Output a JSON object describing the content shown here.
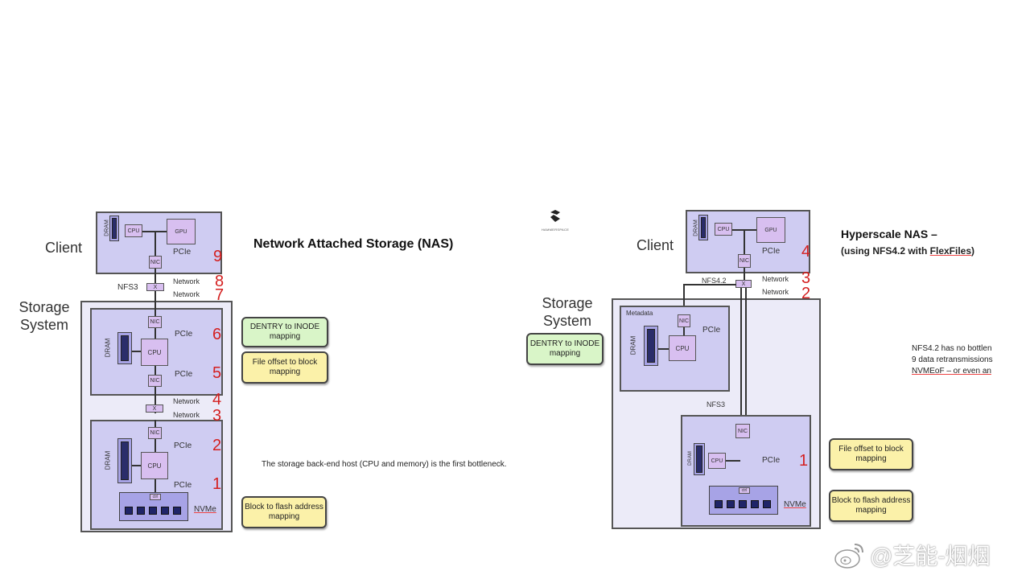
{
  "left_diagram": {
    "title": "Network Attached Storage (NAS)",
    "client_label": "Client",
    "storage_label_line1": "Storage",
    "storage_label_line2": "System",
    "client_box": {
      "dram": "DRAM",
      "cpu": "CPU",
      "gpu": "GPU",
      "nic": "NIC",
      "pcie": "PCIe"
    },
    "switch": {
      "protocol": "NFS3",
      "symbol": "X"
    },
    "network_labels": [
      "Network",
      "Network",
      "Network",
      "Network"
    ],
    "frontend_host": {
      "dram": "DRAM",
      "cpu": "CPU",
      "nic_top": "NIC",
      "nic_bottom": "NIC",
      "pcie_top": "PCIe",
      "pcie_bottom": "PCIe"
    },
    "backend_switch_symbol": "X",
    "backend_host": {
      "dram": "DRAM",
      "cpu": "CPU",
      "nic": "NIC",
      "pcie_top": "PCIe",
      "pcie_bottom": "PCIe",
      "nvme": "NVMe",
      "nvme_ctrl": "ctrl"
    },
    "hop_numbers": [
      "9",
      "8",
      "7",
      "6",
      "5",
      "4",
      "3",
      "2",
      "1"
    ],
    "notes": {
      "dentry": "DENTRY to INODE mapping",
      "file_offset": "File offset to block mapping",
      "block_flash": "Block to flash address mapping"
    },
    "annotation": "The storage back-end host (CPU and memory) is the first bottleneck."
  },
  "right_diagram": {
    "logo_text": "HAMMERSPACE",
    "title_line1": "Hyperscale NAS –",
    "title_line2_prefix": "(using NFS4.2 with ",
    "title_line2_link": "FlexFiles",
    "title_line2_suffix": ")",
    "client_label": "Client",
    "storage_label_line1": "Storage",
    "storage_label_line2": "System",
    "client_box": {
      "dram": "DRAM",
      "cpu": "CPU",
      "gpu": "GPU",
      "nic": "NIC",
      "pcie": "PCIe"
    },
    "switch": {
      "protocol": "NFS4.2",
      "symbol": "X"
    },
    "network_labels": [
      "Network",
      "Network"
    ],
    "metadata_host": {
      "title": "Metadata",
      "dram": "DRAM",
      "cpu": "CPU",
      "nic": "NIC",
      "pcie": "PCIe"
    },
    "nfs3_label": "NFS3",
    "data_host": {
      "dram": "DRAM",
      "cpu": "CPU",
      "nic": "NIC",
      "pcie": "PCIe",
      "nvme": "NVMe",
      "nvme_ctrl": "ctrl"
    },
    "hop_numbers": [
      "4",
      "3",
      "2",
      "1"
    ],
    "notes": {
      "dentry": "DENTRY to INODE mapping",
      "file_offset": "File offset to block mapping",
      "block_flash": "Block to flash address mapping"
    },
    "annotation_lines": [
      "NFS4.2 has no bottlen",
      "9 data retransmissions",
      "NVMEoF – or even an"
    ],
    "annotation_underlined_word": "NVMEoF"
  },
  "watermark": {
    "icon": "weibo-icon",
    "text": "@芝能-烟烟"
  }
}
